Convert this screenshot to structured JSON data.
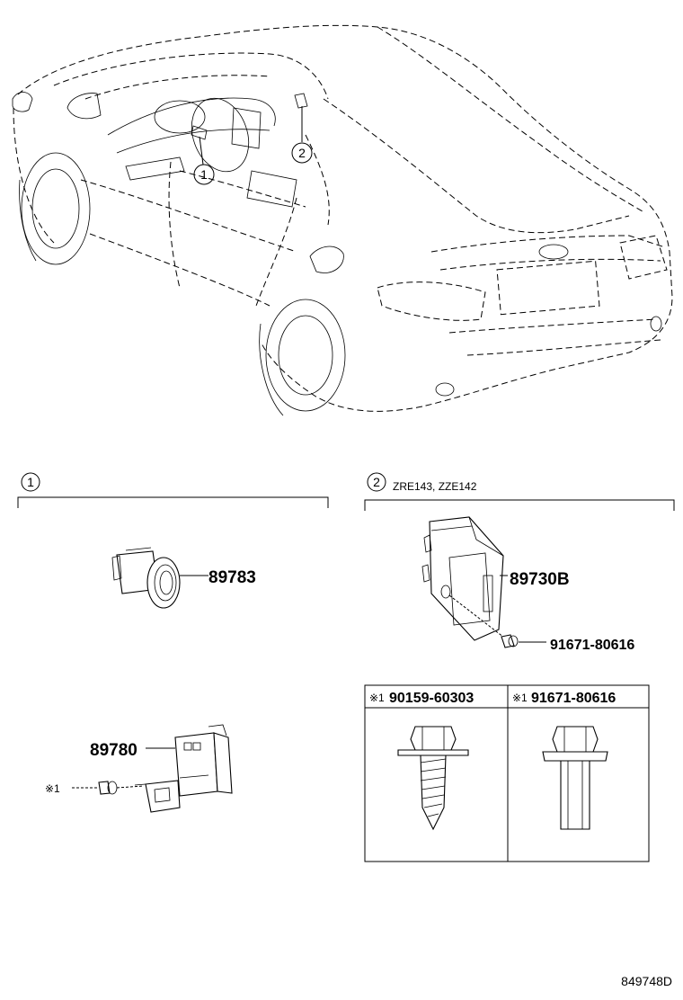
{
  "callouts": {
    "c1": "1",
    "c2": "2"
  },
  "section1": {
    "marker": "1",
    "parts": {
      "p1": "89783",
      "p2": "89780"
    },
    "note_mark": "※1"
  },
  "section2": {
    "marker": "2",
    "models": "ZRE143, ZZE142",
    "parts": {
      "p1": "89730B",
      "p2": "91671-80616"
    }
  },
  "table": {
    "col1": {
      "mark": "※1",
      "part": "90159-60303"
    },
    "col2": {
      "mark": "※1",
      "part": "91671-80616"
    }
  },
  "ref_code": "849748D"
}
